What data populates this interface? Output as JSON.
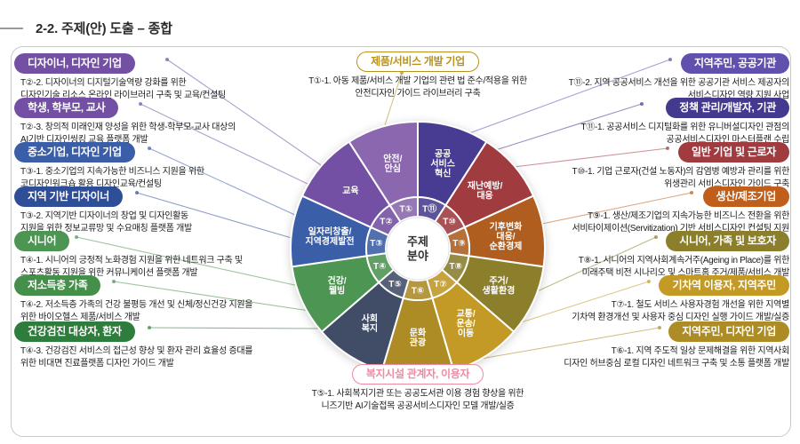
{
  "header": {
    "title_prefix": "2-2. 주제(안) 도출 – ",
    "title_bold": "종합"
  },
  "center": {
    "line1": "주제",
    "line2": "분야"
  },
  "donut": {
    "segments": [
      {
        "t": "T⑪",
        "lines": [
          "공공",
          "서비스",
          "혁신"
        ],
        "color": "#473C92"
      },
      {
        "t": "T⑩",
        "lines": [
          "재난예방/",
          "대응"
        ],
        "color": "#A03B40"
      },
      {
        "t": "T⑨",
        "lines": [
          "기후변화",
          "대응/",
          "순환경제"
        ],
        "color": "#B05E1F"
      },
      {
        "t": "T⑧",
        "lines": [
          "주거/",
          "생활환경"
        ],
        "color": "#8C7F2C"
      },
      {
        "t": "T⑦",
        "lines": [
          "교통/",
          "운송/",
          "이동"
        ],
        "color": "#C49A26"
      },
      {
        "t": "T⑥",
        "lines": [
          "문화",
          "관광"
        ],
        "color": "#AE8C25"
      },
      {
        "t": "T⑤",
        "lines": [
          "사회",
          "복지"
        ],
        "color": "#414C66"
      },
      {
        "t": "T④",
        "lines": [
          "건강/",
          "웰빙"
        ],
        "color": "#4D9552"
      },
      {
        "t": "T③",
        "lines": [
          "일자리창출/",
          "지역경제발전"
        ],
        "color": "#3A5EA8"
      },
      {
        "t": "T②",
        "lines": [
          "교육"
        ],
        "color": "#7450A4"
      },
      {
        "t": "T①",
        "lines": [
          "안전/",
          "안심"
        ],
        "color": "#8A67AE"
      }
    ]
  },
  "left_blocks": [
    {
      "pill": "디자이너, 디자인 기업",
      "color": "#7450A4",
      "lines": [
        "T②-2. 디자이너의 디지털기술역량 강화를 위한",
        "디자인기술 리소스 온라인 라이브러리 구축 및 교육/컨설팅"
      ]
    },
    {
      "pill": "학생, 학부모, 교사",
      "color": "#7450A4",
      "lines": [
        "T②-3. 창의적 미래인재 양성을 위한 학생-학부모-교사 대상의",
        "AI기반 디자인씽킹 교육 플랫폼 개발"
      ]
    },
    {
      "pill": "중소기업, 디자인 기업",
      "color": "#3A5EA8",
      "lines": [
        "T③-1. 중소기업의 지속가능한 비즈니스 지원을 위한",
        "코디자인워크숍 활용 디자인교육/컨설팅"
      ]
    },
    {
      "pill": "지역 기반 디자이너",
      "color": "#2E4E97",
      "lines": [
        "T③-2. 지역기반 디자이너의 창업 및 디자인활동",
        "지원을 위한 정보교류망 및 수요매칭 플랫폼 개발"
      ]
    },
    {
      "pill": "시니어",
      "color": "#4D9552",
      "lines": [
        "T④-1. 시니어의 긍정적 노화경험 지원을 위한 네트워크 구축 및",
        "스포츠활동 지원을 위한 커뮤니케이션 플랫폼 개발"
      ]
    },
    {
      "pill": "저소득층 가족",
      "color": "#44904B",
      "lines": [
        "T④-2. 저소득층 가족의 건강 불평등 개선 및 신체/정신건강 지원을",
        "위한 바이오헬스 제품/서비스 개발"
      ]
    },
    {
      "pill": "건강검진 대상자, 환자",
      "color": "#2E7D3C",
      "lines": [
        "T④-3. 건강검진 서비스의 접근성 향상 및 환자 관리 효율성 증대를",
        "위한 비대면 진료플랫폼 디자인 가이드 개발"
      ]
    }
  ],
  "right_blocks": [
    {
      "pill": "지역주민, 공공기관",
      "color": "#6150AD",
      "lines": [
        "T⑪-2. 지역 공공서비스 개선을 위한 공공기관 서비스 제공자의",
        "서비스디자인 역량 지원 사업"
      ]
    },
    {
      "pill": "정책 관리/개발자, 기관",
      "color": "#433A8F",
      "lines": [
        "T⑪-1. 공공서비스 디지털화를 위한 유니버설디자인 관점의",
        "공공서비스디자인 마스터플랜 수립"
      ]
    },
    {
      "pill": "일반 기업 및 근로자",
      "color": "#A03B40",
      "lines": [
        "T⑩-1. 기업 근로자(건설 노동자)의 감염병 예방과 관리를 위한",
        "위생관리 서비스디자인 가이드 구축"
      ]
    },
    {
      "pill": "생산/제조기업",
      "color": "#C05E1C",
      "lines": [
        "T⑨-1. 생산/제조기업의 지속가능한 비즈니스 전환을 위한",
        "서비타이제이션(Servitization) 기반 서비스디자인 컨설팅 지원"
      ]
    },
    {
      "pill": "시니어, 가족 및 보호자",
      "color": "#8C7F2C",
      "lines": [
        "T⑧-1. 시니어의 지역사회계속거주(Ageing in Place)를 위한",
        "미래주택 비전 시나리오 및 스마트홈 주거/제품/서비스 개발"
      ]
    },
    {
      "pill": "기차역 이용자, 지역주민",
      "color": "#C49A26",
      "lines": [
        "T⑦-1. 철도 서비스 사용자경험 개선을 위한 지역별",
        "기차역 환경개선 및 사용자 중심 디자인 실행 가이드 개발/실증"
      ]
    },
    {
      "pill": "지역주민, 디자인 기업",
      "color": "#AE8C25",
      "lines": [
        "T⑥-1. 지역 주도적 일상 문제해결을 위한 지역사회",
        "디자인 허브중심 로컬 디자인 네트워크 구축 및 소통 플랫폼 개발"
      ]
    }
  ],
  "top_block": {
    "pill": "제품/서비스 개발 기업",
    "color": "#B8921E",
    "lines": [
      "T①-1. 아동 제품/서비스 개발 기업의 관련 법 준수/적용을 위한",
      "안전디자인 가이드 라이브러리 구축"
    ]
  },
  "bottom_block": {
    "pill": "복지시설 관계자, 이용자",
    "color": "#EE8AA2",
    "lines": [
      "T⑤-1. 사회복지기관 또는 공공도서관 이용 경험 향상을 위한",
      "니즈기반 AI기술접목 공공서비스디자인 모델 개발/실증"
    ]
  }
}
